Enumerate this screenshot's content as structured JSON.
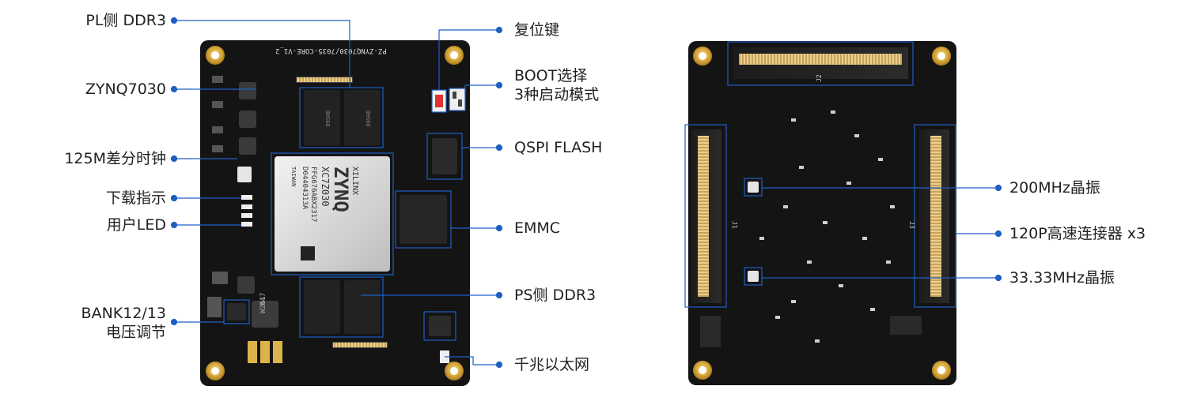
{
  "front_labels": {
    "pl_ddr3": "PL侧 DDR3",
    "zynq7030": "ZYNQ7030",
    "clock_125m": "125M差分时钟",
    "download_led": "下载指示",
    "user_led": "用户LED",
    "bank_line1": "BANK12/13",
    "bank_line2": "电压调节",
    "reset_key": "复位键",
    "boot_line1": "BOOT选择",
    "boot_line2": "3种启动模式",
    "qspi_flash": "QSPI FLASH",
    "emmc": "EMMC",
    "ps_ddr3": "PS侧 DDR3",
    "ethernet": "千兆以太网"
  },
  "back_labels": {
    "osc_200m": "200MHz晶振",
    "connector_120p": "120P高速连接器 x3",
    "osc_33m": "33.33MHz晶振"
  },
  "silkscreen": {
    "board_name": "PZ-ZYNQ7030/7035-CORE-V1_2",
    "chip_brand": "XILINX",
    "chip_family": "ZYNQ",
    "chip_model": "XC7Z030",
    "chip_part": "FFG676ABX2317",
    "chip_lot": "D04404313A",
    "chip_origin": "TAIWAN",
    "inductor_marking": "R47",
    "inductor_code": "W261",
    "ddr_marking": "D9SHD",
    "connector_j1": "J1",
    "connector_j2": "J2",
    "connector_j3": "J3"
  },
  "colors": {
    "pcb": "#141414",
    "callout": "#1e5fc4",
    "gold": "#d9a93c",
    "text": "#222222"
  }
}
